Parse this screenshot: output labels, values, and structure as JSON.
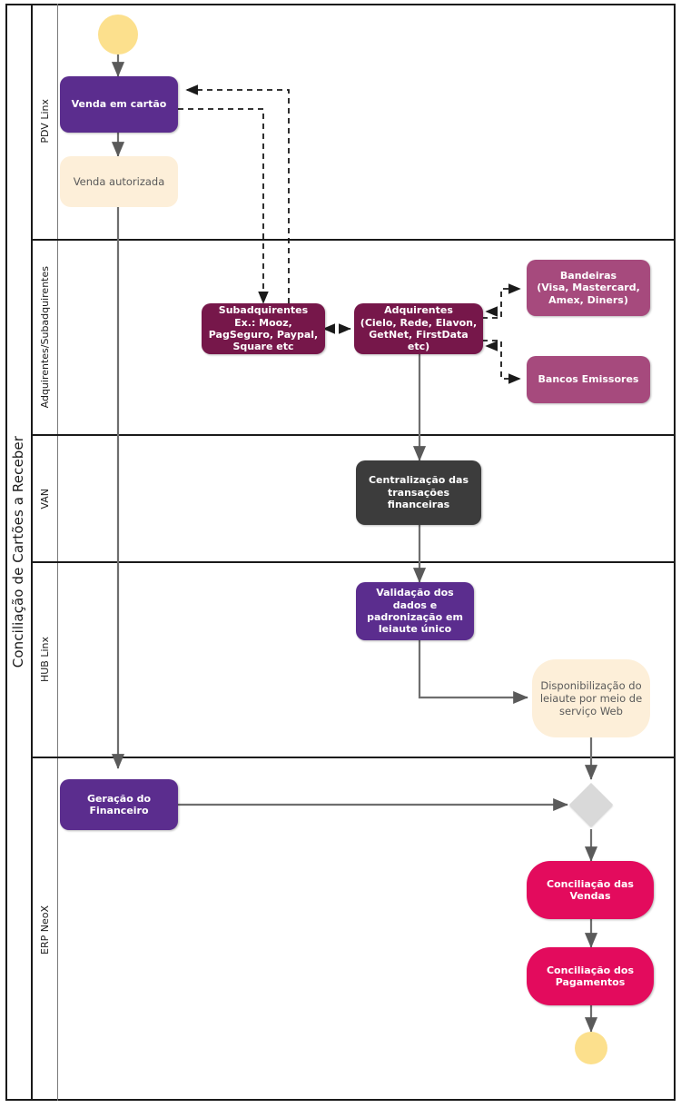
{
  "pool": {
    "title": "Conciliação de Cartões a Receber"
  },
  "lanes": [
    {
      "id": "pdv",
      "label": "PDV Linx"
    },
    {
      "id": "adq",
      "label": "Adquirentes/Subadquirentes"
    },
    {
      "id": "van",
      "label": "VAN"
    },
    {
      "id": "hub",
      "label": "HUB Linx"
    },
    {
      "id": "erp",
      "label": "ERP NeoX"
    }
  ],
  "nodes": {
    "start": {
      "label": ""
    },
    "venda_em_cartao": {
      "label": "Venda em cartão"
    },
    "venda_autorizada": {
      "label": "Venda autorizada"
    },
    "subadquirentes": {
      "label": "Subadquirentes\nEx.: Mooz, PagSeguro, Paypal, Square etc"
    },
    "adquirentes": {
      "label": "Adquirentes\n(Cielo, Rede, Elavon, GetNet, FirstData etc)"
    },
    "bandeiras": {
      "label": "Bandeiras\n(Visa, Mastercard, Amex, Diners)"
    },
    "bancos_emissores": {
      "label": "Bancos Emissores"
    },
    "centralizacao": {
      "label": "Centralização das transações financeiras"
    },
    "validacao": {
      "label": "Validação dos dados e padronização em leiaute único"
    },
    "disponibilizacao": {
      "label": "Disponibilização do leiaute por meio de serviço Web"
    },
    "geracao_financeiro": {
      "label": "Geração do Financeiro"
    },
    "gateway": {
      "label": ""
    },
    "conciliacao_vendas": {
      "label": "Conciliação das Vendas"
    },
    "conciliacao_pagamentos": {
      "label": "Conciliação dos Pagamentos"
    },
    "end": {
      "label": ""
    }
  },
  "colors": {
    "purple": "#5B2D8E",
    "maroon": "#76174A",
    "mauve": "#A64A7D",
    "dark_gray": "#3C3C3C",
    "pink": "#E30B5D",
    "cream": "#FDEFD9",
    "yellow": "#FCE08D",
    "diamond_gray": "#D9D9D9",
    "connector": "#6E6E6E",
    "frame": "#1A1A1A"
  }
}
